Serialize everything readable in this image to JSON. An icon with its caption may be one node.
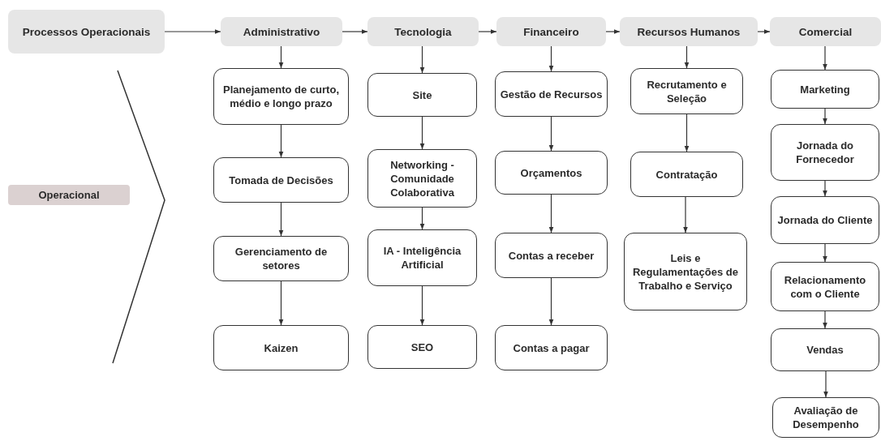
{
  "diagram": {
    "nodes": [
      {
        "text": [
          "Processos Operacionais"
        ]
      },
      {
        "text": [
          "Operacional"
        ]
      },
      {
        "text": [
          "Administrativo"
        ]
      },
      {
        "text": [
          "Tecnologia"
        ]
      },
      {
        "text": [
          "Financeiro"
        ]
      },
      {
        "text": [
          "Recursos Humanos"
        ]
      },
      {
        "text": [
          "Comercial"
        ]
      },
      {
        "text": [
          "Planejamento de curto, médio e longo prazo"
        ]
      },
      {
        "text": [
          "Tomada de Decisões"
        ]
      },
      {
        "text": [
          "Gerenciamento de setores"
        ]
      },
      {
        "text": [
          "Kaizen"
        ]
      },
      {
        "text": [
          "Site"
        ]
      },
      {
        "text": [
          "Networking - Comunidade Colaborativa"
        ]
      },
      {
        "text": [
          "IA - Inteligência Artificial"
        ]
      },
      {
        "text": [
          "SEO"
        ]
      },
      {
        "text": [
          "Gestão de Recursos"
        ]
      },
      {
        "text": [
          "Orçamentos"
        ]
      },
      {
        "text": [
          "Contas a receber"
        ]
      },
      {
        "text": [
          "Contas a pagar"
        ]
      },
      {
        "text": [
          "Recrutamento e Seleção"
        ]
      },
      {
        "text": [
          "Contratação"
        ]
      },
      {
        "text": [
          "Leis e Regulamentações de Trabalho e Serviço"
        ]
      },
      {
        "text": [
          "Marketing"
        ]
      },
      {
        "text": [
          "Jornada do Fornecedor"
        ]
      },
      {
        "text": [
          "Jornada do Cliente"
        ]
      },
      {
        "text": [
          "Relacionamento com o Cliente"
        ]
      },
      {
        "text": [
          "Vendas"
        ]
      },
      {
        "text": [
          "Avaliação de Desempenho"
        ]
      }
    ],
    "edges": [
      {
        "from": 0,
        "to": 2,
        "arrow": "to"
      },
      {
        "from": 2,
        "to": 3,
        "arrow": "to"
      },
      {
        "from": 3,
        "to": 4,
        "arrow": "to"
      },
      {
        "from": 4,
        "to": 5,
        "arrow": "to"
      },
      {
        "from": 5,
        "to": 6,
        "arrow": "to"
      },
      {
        "from": 2,
        "to": 7,
        "arrow": "to"
      },
      {
        "from": 7,
        "to": 8,
        "arrow": "to"
      },
      {
        "from": 8,
        "to": 9,
        "arrow": "to"
      },
      {
        "from": 9,
        "to": 10,
        "arrow": "to"
      },
      {
        "from": 3,
        "to": 11,
        "arrow": "to"
      },
      {
        "from": 11,
        "to": 12,
        "arrow": "to"
      },
      {
        "from": 12,
        "to": 13,
        "arrow": "to"
      },
      {
        "from": 13,
        "to": 14,
        "arrow": "to"
      },
      {
        "from": 4,
        "to": 15,
        "arrow": "to"
      },
      {
        "from": 15,
        "to": 16,
        "arrow": "to"
      },
      {
        "from": 16,
        "to": 17,
        "arrow": "to"
      },
      {
        "from": 17,
        "to": 18,
        "arrow": "to"
      },
      {
        "from": 5,
        "to": 19,
        "arrow": "to"
      },
      {
        "from": 19,
        "to": 20,
        "arrow": "to"
      },
      {
        "from": 20,
        "to": 21,
        "arrow": "to"
      },
      {
        "from": 6,
        "to": 22,
        "arrow": "to"
      },
      {
        "from": 22,
        "to": 23,
        "arrow": "to"
      },
      {
        "from": 23,
        "to": 24,
        "arrow": "to"
      },
      {
        "from": 24,
        "to": 25,
        "arrow": "to"
      },
      {
        "from": 25,
        "to": 26,
        "arrow": "to"
      },
      {
        "from": 26,
        "to": 27,
        "arrow": "to"
      }
    ]
  }
}
